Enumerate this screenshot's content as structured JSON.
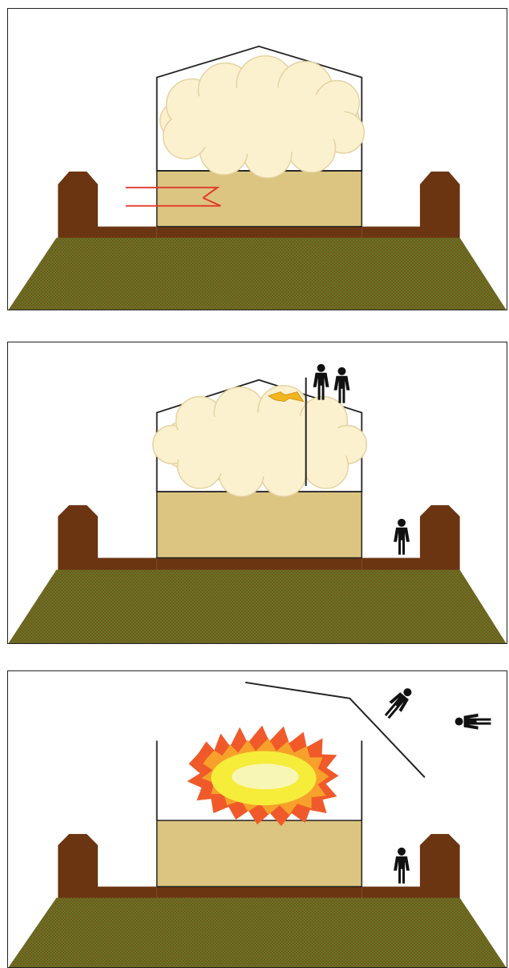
{
  "colors": {
    "ground_green": "#5f7a22",
    "ground_dot": "#8a3a1c",
    "wall_brown": "#6b3512",
    "silo_fill": "#dcc581",
    "cloud_fill": "#fbf1cf",
    "cloud_stroke": "#e4d3a1",
    "flame_outer": "#f05a2a",
    "flame_mid": "#f7a12a",
    "flame_inner": "#f6ec3a",
    "flame_core": "#f8f6b4",
    "spark": "#f2b51e",
    "person": "#111111",
    "hot_flow": "#e03a2a"
  },
  "panels": [
    {
      "name": "panel-dust-cloud-heating",
      "elements": [
        "silo",
        "dust-cloud",
        "heat-flow-arrow",
        "earth-walls",
        "ground"
      ]
    },
    {
      "name": "panel-ignition-with-workers",
      "elements": [
        "silo",
        "dust-cloud",
        "spark-icon",
        "roof-workers",
        "ground-worker",
        "earth-walls",
        "ground"
      ]
    },
    {
      "name": "panel-explosion",
      "elements": [
        "silo-walls",
        "explosion",
        "blown-roof",
        "flying-people",
        "ground-worker",
        "earth-walls",
        "ground"
      ]
    }
  ]
}
